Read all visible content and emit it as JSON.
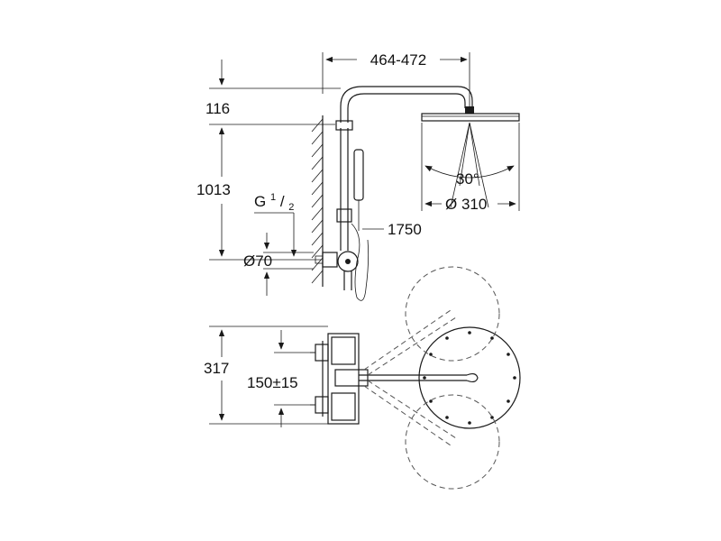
{
  "dimensions": {
    "arm_reach": "464-472",
    "top_offset": "116",
    "height_total": "1013",
    "thread_g": "G",
    "thread_num": "1",
    "thread_den": "2",
    "hose_length": "1750",
    "rose_diameter": "Ø70",
    "spray_angle": "30°",
    "head_diameter": "Ø 310",
    "mixer_height": "317",
    "inlet_spacing": "150±15"
  },
  "colors": {
    "line": "#1a1a1a",
    "dashed": "#555555",
    "background": "#ffffff"
  }
}
